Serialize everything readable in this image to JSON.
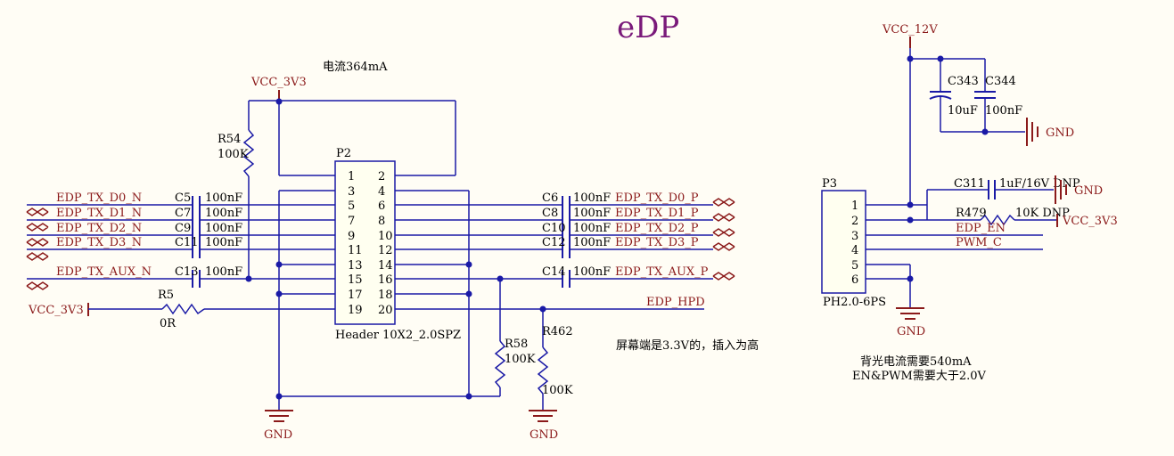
{
  "title": "eDP",
  "note_current": "电流364mA",
  "note_hpd": "屏幕端是3.3V的，插入为高",
  "note_backlight_1": "背光电流需要540mA",
  "note_backlight_2": "EN&PWM需要大于2.0V",
  "power": {
    "vcc3v3_top": "VCC_3V3",
    "vcc3v3_left": "VCC_3V3",
    "vcc3v3_right": "VCC_3V3",
    "vcc12v": "VCC_12V",
    "gnd1": "GND",
    "gnd2": "GND",
    "gnd3": "GND",
    "gnd4": "GND",
    "gnd5": "GND"
  },
  "connector_p2": {
    "ref": "P2",
    "part": "Header 10X2_2.0SPZ",
    "pins_left": [
      "1",
      "3",
      "5",
      "7",
      "9",
      "11",
      "13",
      "15",
      "17",
      "19"
    ],
    "pins_right": [
      "2",
      "4",
      "6",
      "8",
      "10",
      "12",
      "14",
      "16",
      "18",
      "20"
    ]
  },
  "connector_p3": {
    "ref": "P3",
    "part": "PH2.0-6PS",
    "pins": [
      "1",
      "2",
      "3",
      "4",
      "5",
      "6"
    ]
  },
  "nets_left": [
    "EDP_TX_D0_N",
    "EDP_TX_D1_N",
    "EDP_TX_D2_N",
    "EDP_TX_D3_N",
    "EDP_TX_AUX_N"
  ],
  "nets_right": [
    "EDP_TX_D0_P",
    "EDP_TX_D1_P",
    "EDP_TX_D2_P",
    "EDP_TX_D3_P",
    "EDP_TX_AUX_P"
  ],
  "net_hpd": "EDP_HPD",
  "net_en": "EDP_EN",
  "net_pwm": "PWM_C",
  "caps_left": [
    {
      "ref": "C5",
      "value": "100nF"
    },
    {
      "ref": "C7",
      "value": "100nF"
    },
    {
      "ref": "C9",
      "value": "100nF"
    },
    {
      "ref": "C11",
      "value": "100nF"
    },
    {
      "ref": "C13",
      "value": "100nF"
    }
  ],
  "caps_right": [
    {
      "ref": "C6",
      "value": "100nF"
    },
    {
      "ref": "C8",
      "value": "100nF"
    },
    {
      "ref": "C10",
      "value": "100nF"
    },
    {
      "ref": "C12",
      "value": "100nF"
    },
    {
      "ref": "C14",
      "value": "100nF"
    }
  ],
  "resistors": {
    "r54": {
      "ref": "R54",
      "value": "100K"
    },
    "r5": {
      "ref": "R5",
      "value": "0R"
    },
    "r58": {
      "ref": "R58",
      "value": "100K"
    },
    "r462": {
      "ref": "R462",
      "value": "100K"
    },
    "r479": {
      "ref": "R479",
      "value": "10K  DNP"
    }
  },
  "caps_12v": {
    "c343": {
      "ref": "C343",
      "value": "10uF"
    },
    "c344": {
      "ref": "C344",
      "value": "100nF"
    },
    "c311": {
      "ref": "C311",
      "value": "1uF/16V  DNP"
    }
  },
  "colors": {
    "wire": "#1a1aa6",
    "power": "#8b1a1a",
    "title": "#7a1a7a",
    "background": "#fffdf5"
  }
}
